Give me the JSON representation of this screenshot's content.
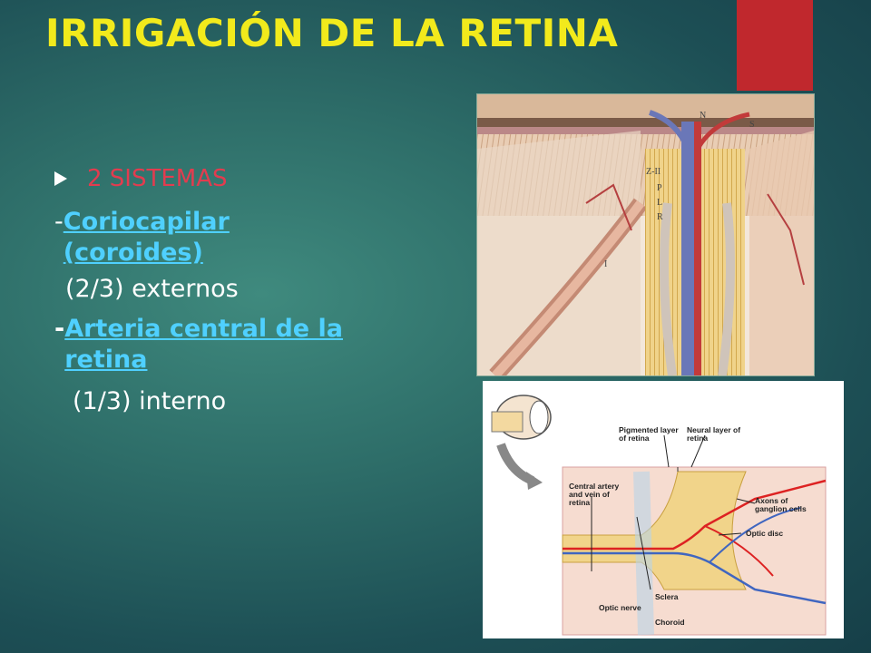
{
  "title": "IRRIGACIÓN DE LA RETINA",
  "bullet": {
    "label": "2 SISTEMAS",
    "icon": "arrow-right-icon"
  },
  "items": [
    {
      "dash": "-",
      "link_text": "Coriocapilar (coroides)",
      "fraction": "(2/3) externos"
    },
    {
      "dash": "-",
      "link_text": "Arteria central de la retina",
      "fraction": "(1/3) interno"
    }
  ],
  "colors": {
    "title": "#f2ea1c",
    "bullet_text": "#e23c4f",
    "link": "#4fd0ff",
    "accent_tab": "#c0282d"
  },
  "figure_top": {
    "labels": [
      "Z-II",
      "P",
      "L",
      "R",
      "N",
      "S",
      "I"
    ]
  },
  "figure_bottom": {
    "labels": {
      "pigmented": "Pigmented layer of retina",
      "neural": "Neural layer of retina",
      "central": "Central artery and vein of retina",
      "axons": "Axons of ganglion cells",
      "optic_disc": "Optic disc",
      "sclera": "Sclera",
      "optic_nerve": "Optic nerve",
      "choroid": "Choroid"
    }
  }
}
